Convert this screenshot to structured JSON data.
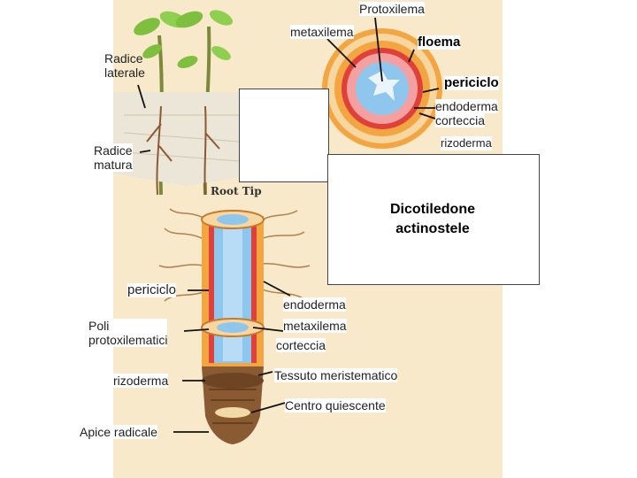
{
  "labels": {
    "protoxilema": "Protoxilema",
    "metaxilema_top": "metaxilema",
    "floema": "floema",
    "radice_laterale": "Radice\nlaterale",
    "periciclo_top": "periciclo",
    "endoderma_top": "endoderma",
    "corteccia_top": "corteccia",
    "rizoderma_top": "rizoderma",
    "radice_matura": "Radice\nmatura",
    "root_tip": "Root Tip",
    "periciclo_left": "periciclo",
    "poli_protoxilematici": "Poli\nprotoxilematici",
    "rizoderma_left": "rizoderma",
    "apice_radicale": "Apice radicale",
    "endoderma_mid": "endoderma",
    "metaxilema_mid": "metaxilema",
    "corteccia_mid": "corteccia",
    "tessuto_meristematico": "Tessuto meristematico",
    "centro_quiescente": "Centro quiescente"
  },
  "title_box": {
    "line1": "Dicotiledone",
    "line2": "actinostele"
  },
  "colors": {
    "background_panel": "#f7e9c9",
    "leaf_green": "#7fbf3f",
    "stele_blue": "#8fc6ee",
    "cortex_orange": "#f2a541",
    "endoderm_red": "#e0403a",
    "root_brown": "#8a5a32"
  }
}
